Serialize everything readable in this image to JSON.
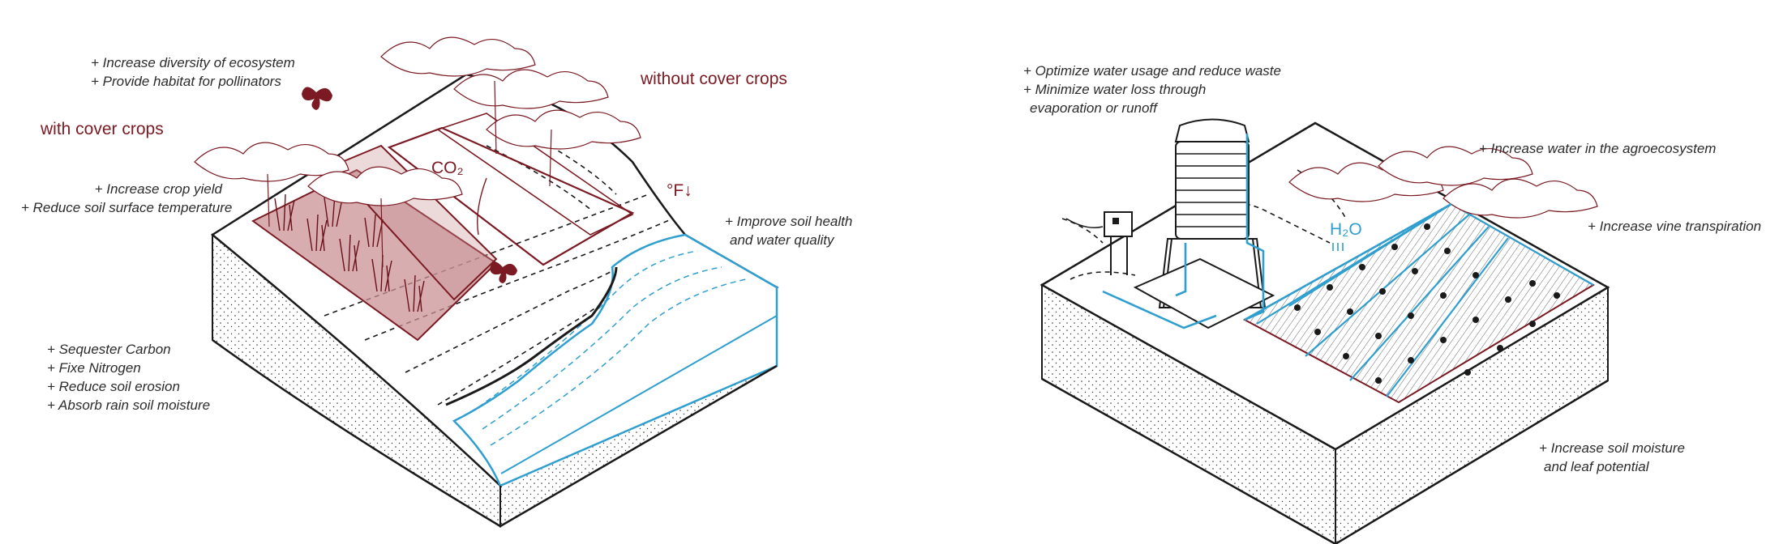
{
  "colors": {
    "ink": "#1a1a1a",
    "maroon": "#7b1a22",
    "maroon_fill": "#c99196",
    "water_blue": "#2f9fcf",
    "text": "#2b2b2b"
  },
  "left": {
    "heading_with": "with cover crops",
    "heading_without": "without cover crops",
    "co2_label": "CO₂",
    "temp_label": "°F↓",
    "notes_top": [
      "+ Increase diversity of ecosystem",
      "+ Provide habitat for pollinators"
    ],
    "notes_yield": [
      "+ Increase crop yield",
      "+ Reduce soil surface temperature"
    ],
    "notes_health": [
      "+ Improve soil health",
      "and water quality"
    ],
    "notes_carbon": [
      "+ Sequester Carbon",
      "+ Fixe Nitrogen",
      "+ Reduce soil erosion",
      "+ Absorb rain soil moisture"
    ]
  },
  "right": {
    "h2o_label": "H₂O",
    "notes_water": [
      "+ Optimize water usage and reduce waste",
      "+ Minimize water loss through",
      "evaporation or runoff"
    ],
    "notes_agro": [
      "+ Increase water in the agroecosystem"
    ],
    "notes_vine": [
      "+ Increase vine transpiration"
    ],
    "notes_moisture": [
      "+ Increase soil moisture",
      "and leaf potential"
    ]
  },
  "icons": {
    "butterfly": "butterfly-icon",
    "tree": "tree-icon",
    "water_tank": "water-tank-icon",
    "pump": "pump-icon",
    "vine": "vine-icon"
  }
}
